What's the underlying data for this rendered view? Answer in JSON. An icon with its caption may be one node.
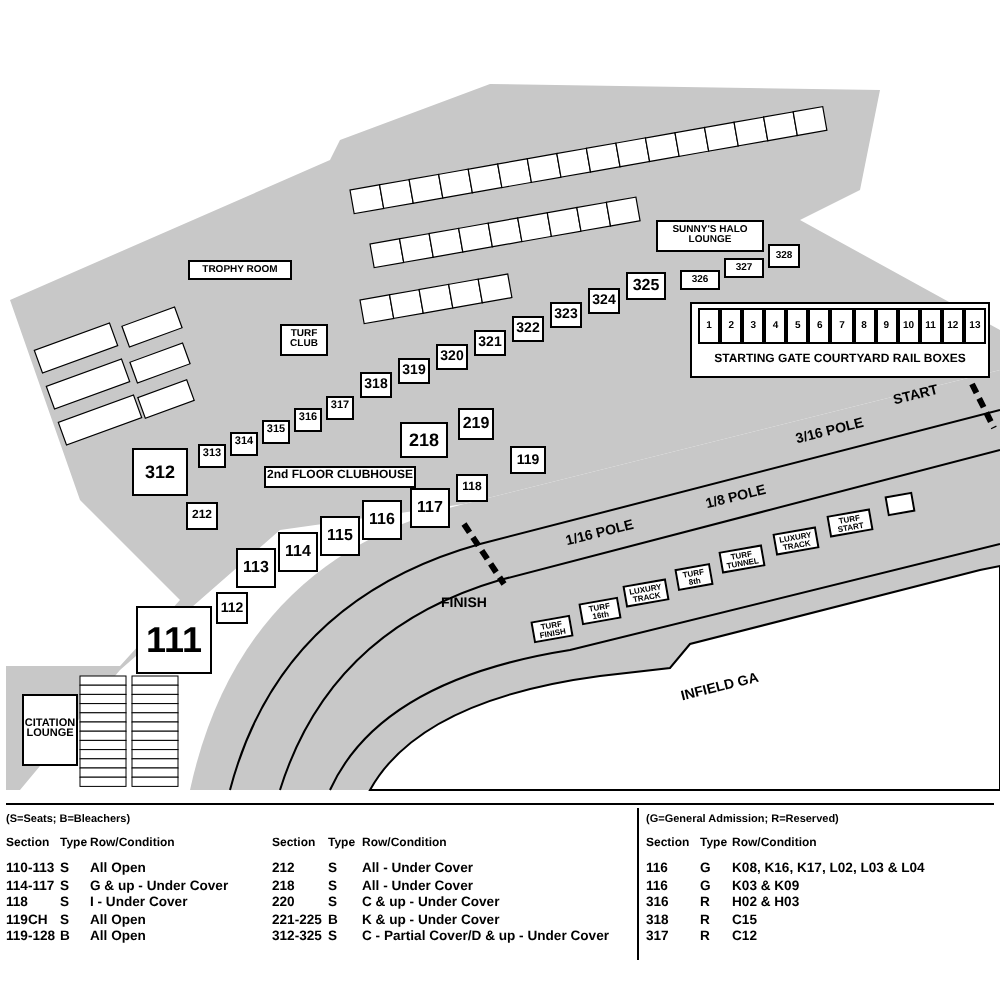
{
  "diagram": {
    "nodes": [
      {
        "text": [
          "111"
        ]
      },
      {
        "text": [
          "112"
        ]
      },
      {
        "text": [
          "113"
        ]
      },
      {
        "text": [
          "114"
        ]
      },
      {
        "text": [
          "115"
        ]
      },
      {
        "text": [
          "116"
        ]
      },
      {
        "text": [
          "117"
        ]
      },
      {
        "text": [
          "118"
        ]
      },
      {
        "text": [
          "119"
        ]
      },
      {
        "text": [
          "212"
        ]
      },
      {
        "text": [
          "218"
        ]
      },
      {
        "text": [
          "219"
        ]
      },
      {
        "text": [
          "312"
        ]
      },
      {
        "text": [
          "313"
        ]
      },
      {
        "text": [
          "314"
        ]
      },
      {
        "text": [
          "315"
        ]
      },
      {
        "text": [
          "316"
        ]
      },
      {
        "text": [
          "317"
        ]
      },
      {
        "text": [
          "318"
        ]
      },
      {
        "text": [
          "319"
        ]
      },
      {
        "text": [
          "320"
        ]
      },
      {
        "text": [
          "321"
        ]
      },
      {
        "text": [
          "322"
        ]
      },
      {
        "text": [
          "323"
        ]
      },
      {
        "text": [
          "324"
        ]
      },
      {
        "text": [
          "325"
        ]
      },
      {
        "text": [
          "326"
        ]
      },
      {
        "text": [
          "327"
        ]
      },
      {
        "text": [
          "328"
        ]
      },
      {
        "text": [
          "2nd FLOOR CLUBHOUSE"
        ]
      },
      {
        "text": [
          "TROPHY ROOM"
        ]
      },
      {
        "text": [
          "TURF CLUB"
        ]
      },
      {
        "text": [
          "SUNNY'S HALO LOUNGE"
        ]
      },
      {
        "text": [
          "STARTING GATE COURTYARD RAIL BOXES"
        ]
      },
      {
        "text": [
          "1"
        ],
        "in": 33
      },
      {
        "text": [
          "2"
        ],
        "in": 33
      },
      {
        "text": [
          "3"
        ],
        "in": 33
      },
      {
        "text": [
          "4"
        ],
        "in": 33
      },
      {
        "text": [
          "5"
        ],
        "in": 33
      },
      {
        "text": [
          "6"
        ],
        "in": 33
      },
      {
        "text": [
          "7"
        ],
        "in": 33
      },
      {
        "text": [
          "8"
        ],
        "in": 33
      },
      {
        "text": [
          "9"
        ],
        "in": 33
      },
      {
        "text": [
          "10"
        ],
        "in": 33
      },
      {
        "text": [
          "11"
        ],
        "in": 33
      },
      {
        "text": [
          "12"
        ],
        "in": 33
      },
      {
        "text": [
          "13"
        ],
        "in": 33
      },
      {
        "text": [
          "CITATION LOUNGE"
        ]
      },
      {
        "text": [
          "TURF FINISH"
        ]
      },
      {
        "text": [
          "TURF 16th"
        ]
      },
      {
        "text": [
          "LUXURY TRACK"
        ]
      },
      {
        "text": [
          "TURF 8th"
        ]
      },
      {
        "text": [
          "TURF TUNNEL"
        ]
      },
      {
        "text": [
          "LUXURY TRACK"
        ]
      },
      {
        "text": [
          "TURF START"
        ]
      },
      {
        "text": [],
        "shape": "box"
      }
    ],
    "labels": [
      "START",
      "3/16 POLE",
      "1/8 POLE",
      "1/16 POLE",
      "FINISH",
      "INFIELD GA",
      "(S=Seats; B=Bleachers)",
      "(G=General Admission; R=Reserved)",
      "Section",
      "Type",
      "Row/Condition",
      "Section",
      "Type",
      "Row/Condition",
      "Section",
      "Type",
      "Row/Condition",
      "110-113",
      "S",
      "All Open",
      "212",
      "S",
      "All - Under Cover",
      "116",
      "G",
      "K08, K16, K17, L02, L03 & L04",
      "114-117",
      "S",
      "G & up - Under Cover",
      "218",
      "S",
      "All - Under Cover",
      "116",
      "G",
      "K03 & K09",
      "118",
      "S",
      "I - Under Cover",
      "220",
      "S",
      "C & up - Under Cover",
      "316",
      "R",
      "H02 & H03",
      "119CH",
      "S",
      "All Open",
      "221-225",
      "B",
      "K & up - Under Cover",
      "318",
      "R",
      "C15",
      "119-128",
      "B",
      "All Open",
      "312-325",
      "S",
      "C - Partial Cover/D & up - Under Cover",
      "317",
      "R",
      "C12"
    ]
  }
}
